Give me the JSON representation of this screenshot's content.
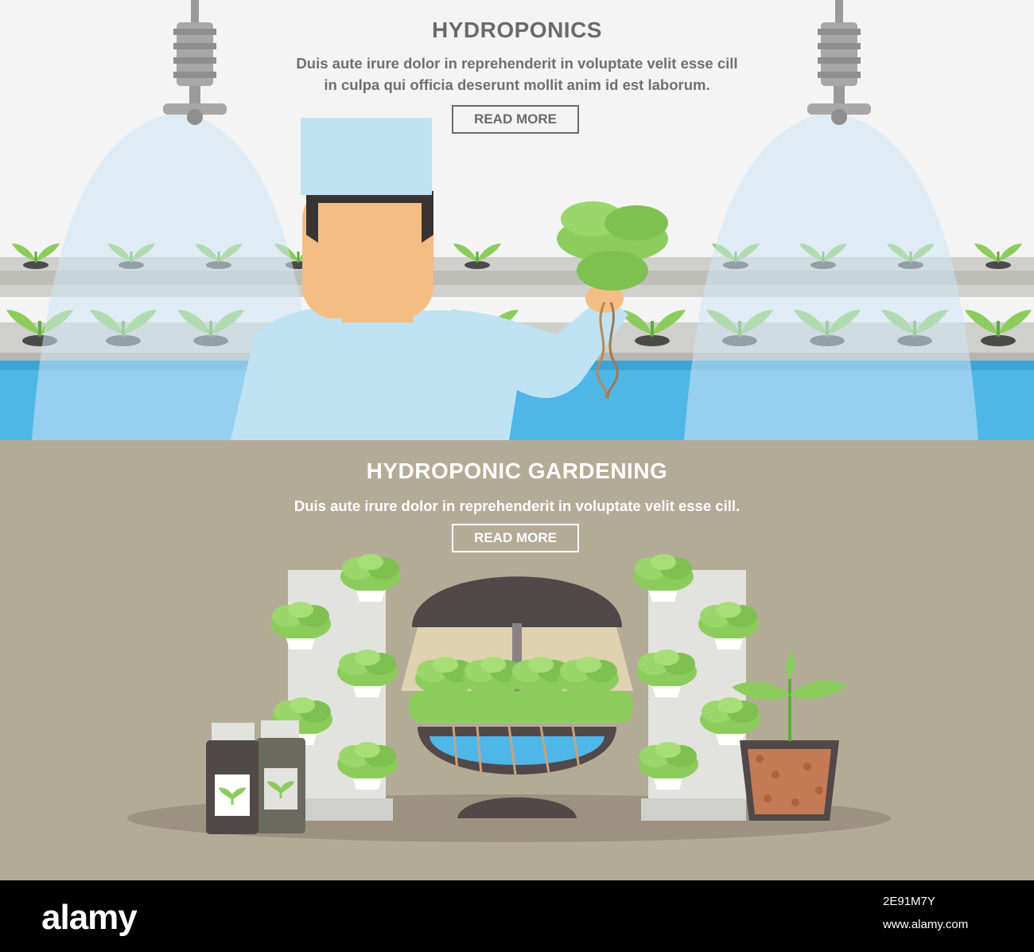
{
  "banner_top": {
    "title": "HYDROPONICS",
    "text_line1": "Duis aute irure dolor in reprehenderit in voluptate velit esse cill",
    "text_line2": "in culpa qui officia deserunt mollit anim id est laborum.",
    "button_label": "READ MORE"
  },
  "banner_bottom": {
    "title": "HYDROPONIC GARDENING",
    "text": "Duis aute irure dolor in reprehenderit in voluptate velit esse cill.",
    "button_label": "READ MORE"
  },
  "footer": {
    "brand": "alamy",
    "image_id": "2E91M7Y",
    "site": "www.alamy.com"
  },
  "colors": {
    "top_background": "#f4f4f4",
    "bottom_background": "#b4ab97",
    "water": "#4fb6e8",
    "leaf": "#8ccc5c",
    "uniform": "#bfe3f3",
    "dark": "#514849"
  },
  "icons": [
    "sprinkler-icon",
    "seedling-icon",
    "lettuce-icon",
    "bottle-icon",
    "lamp-icon",
    "pot-icon"
  ]
}
